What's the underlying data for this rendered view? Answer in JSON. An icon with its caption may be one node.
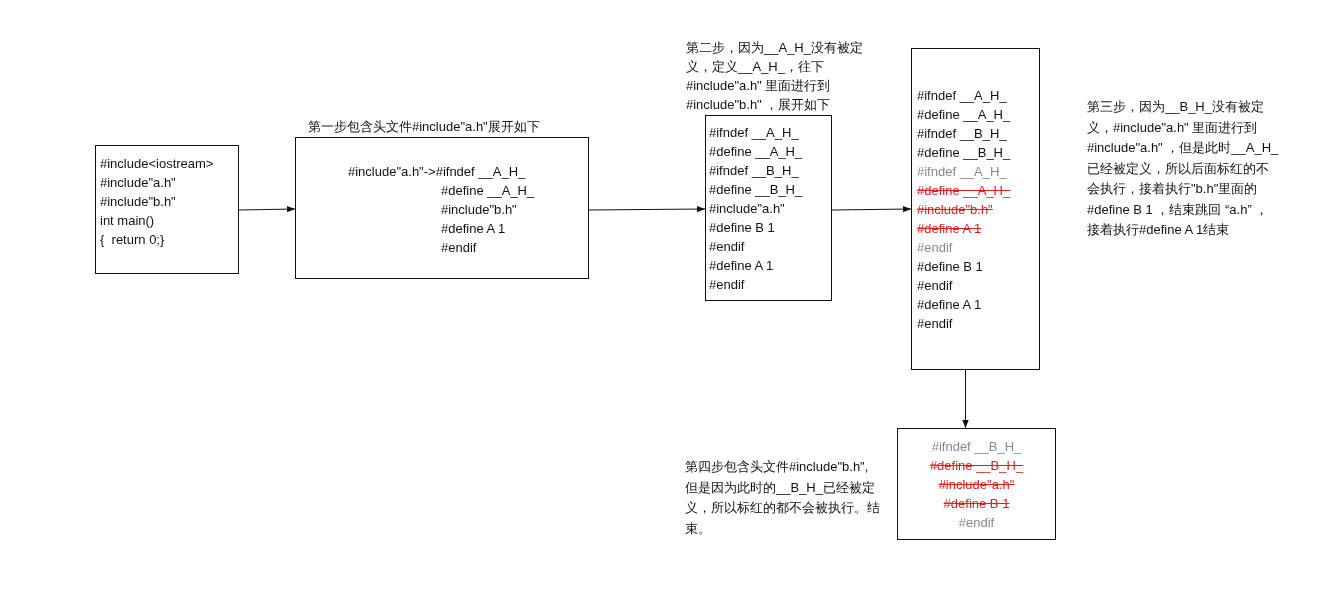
{
  "diagram": {
    "nodes": [
      {
        "text": [
          "#include<iostream>",
          "#include\"a.h\"",
          "#include\"b.h\"",
          "int main()",
          "{  return 0;}"
        ]
      },
      {
        "text": [
          "第一步包含头文件#include\"a.h\"展开如下",
          "#include\"a.h\"->#ifndef __A_H_",
          "#define __A_H_",
          "#include\"b.h\"",
          "#define A 1",
          "#endif"
        ]
      },
      {
        "text": [
          "第二步，因为__A_H_没有被定义，定义__A_H_，往下#include\"a.h\" 里面进行到#include\"b.h\" ，展开如下",
          "#ifndef __A_H_",
          "#define __A_H_",
          "#ifndef __B_H_",
          "#define __B_H_",
          "#include\"a.h\"",
          "#define B 1",
          "#endif",
          "#define A 1",
          "#endif"
        ]
      },
      {
        "text": [
          "#ifndef __A_H_",
          "#define __A_H_",
          "#ifndef __B_H_",
          "#define __B_H_",
          "#ifndef __A_H_",
          "#define __A_H_",
          "#include\"b.h\"",
          "#define A 1",
          "#endif",
          "#define B 1",
          "#endif",
          "#define A 1",
          "#endif"
        ],
        "beside": [
          "第三步，因为__B_H_没有被定义，#include\"a.h\" 里面进行到#include\"a.h\" ，但是此时__A_H_已经被定义，所以后面标红的不会执行，接着执行\"b.h\"里面的#define B 1 ，结束跳回 “a.h” ，接着执行#define A 1结束"
        ]
      },
      {
        "text": [
          "#ifndef __B_H_",
          "#define __B_H_",
          "#include\"a.h\"",
          "#define B 1",
          "#endif"
        ],
        "beside": [
          "第四步包含头文件#include\"b.h\",但是因为此时的__B_H_已经被定义，所以标红的都不会被执行。结束。"
        ]
      }
    ],
    "edges": [
      {
        "from": 0,
        "to": 1,
        "arrow": "to"
      },
      {
        "from": 1,
        "to": 2,
        "arrow": "to"
      },
      {
        "from": 2,
        "to": 3,
        "arrow": "to"
      },
      {
        "from": 3,
        "to": 4,
        "arrow": "to"
      }
    ]
  }
}
